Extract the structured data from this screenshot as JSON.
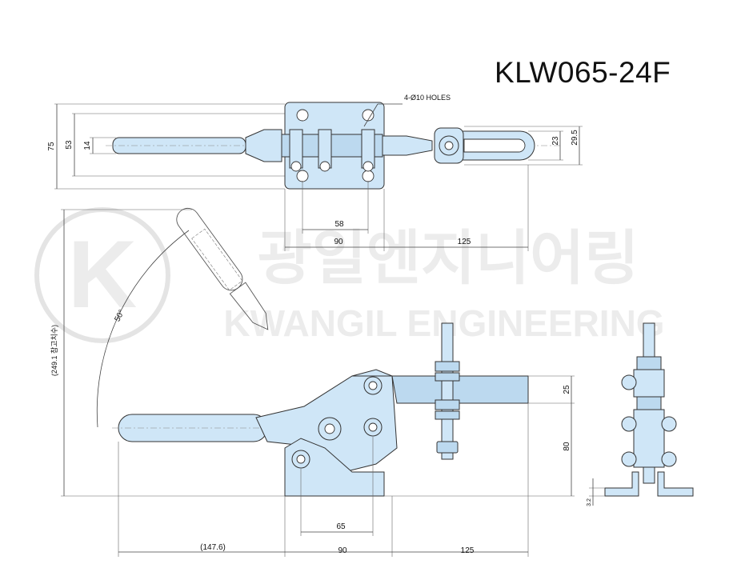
{
  "title": "KLW065-24F",
  "watermark": {
    "logo_letter": "K",
    "korean": "광일엔지니어링",
    "english": "KWANGIL ENGINEERING"
  },
  "top_view": {
    "holes_note": "4-Ø10 HOLES",
    "dims": {
      "overall_height": "75",
      "inner_height": "53",
      "handle_dia": "14",
      "bolt_span": "58",
      "base_width": "90",
      "reach": "125",
      "spindle_23": "23",
      "spindle_29_5": "29.5"
    }
  },
  "side_view": {
    "dims": {
      "angle": "50°",
      "open_height": "(249.1 참고치수)",
      "arm_height": "25",
      "spindle_height": "80",
      "bolt_span": "65",
      "handle_reach": "(147.6)",
      "base_width": "90",
      "reach": "125"
    }
  },
  "end_view": {
    "dims": {
      "base_thickness": "3.2"
    }
  }
}
